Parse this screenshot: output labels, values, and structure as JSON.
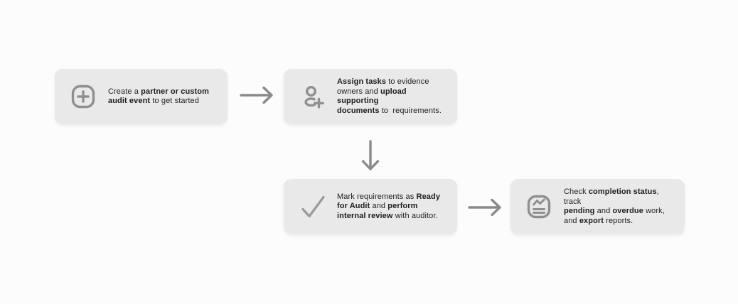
{
  "diagram": {
    "name": "audit-workflow-steps",
    "colors": {
      "page_background": "#fcfcfc",
      "card_background": "#e9e9e9",
      "icon_gray": "#8f8f8f",
      "arrow_gray": "#8a8a8a",
      "text_color": "#1d1d1f"
    },
    "cards": [
      {
        "name": "create-audit-event",
        "icon": "plus-squircle-icon",
        "segments": [
          {
            "text": "Create a ",
            "bold": false
          },
          {
            "text": "partner or custom\naudit event",
            "bold": true
          },
          {
            "text": " to get started",
            "bold": false
          }
        ]
      },
      {
        "name": "assign-tasks",
        "icon": "person-add-icon",
        "segments": [
          {
            "text": "Assign tasks",
            "bold": true
          },
          {
            "text": " to evidence\nowners and ",
            "bold": false
          },
          {
            "text": "upload supporting\ndocuments",
            "bold": true
          },
          {
            "text": " to  requirements.",
            "bold": false
          }
        ]
      },
      {
        "name": "ready-for-audit",
        "icon": "checkmark-icon",
        "segments": [
          {
            "text": "Mark requirements as ",
            "bold": false
          },
          {
            "text": "Ready\nfor Audit",
            "bold": true
          },
          {
            "text": " and ",
            "bold": false
          },
          {
            "text": "perform\ninternal review",
            "bold": true
          },
          {
            "text": " with auditor.",
            "bold": false
          }
        ]
      },
      {
        "name": "track-status",
        "icon": "report-chart-icon",
        "segments": [
          {
            "text": "Check ",
            "bold": false
          },
          {
            "text": "completion status",
            "bold": true
          },
          {
            "text": ", track\n",
            "bold": false
          },
          {
            "text": "pending",
            "bold": true
          },
          {
            "text": " and ",
            "bold": false
          },
          {
            "text": "overdue",
            "bold": true
          },
          {
            "text": " work,\nand ",
            "bold": false
          },
          {
            "text": "export",
            "bold": true
          },
          {
            "text": " reports.",
            "bold": false
          }
        ]
      }
    ],
    "arrows": [
      {
        "name": "arrow-1",
        "direction": "right"
      },
      {
        "name": "arrow-2",
        "direction": "down"
      },
      {
        "name": "arrow-3",
        "direction": "right"
      }
    ]
  }
}
